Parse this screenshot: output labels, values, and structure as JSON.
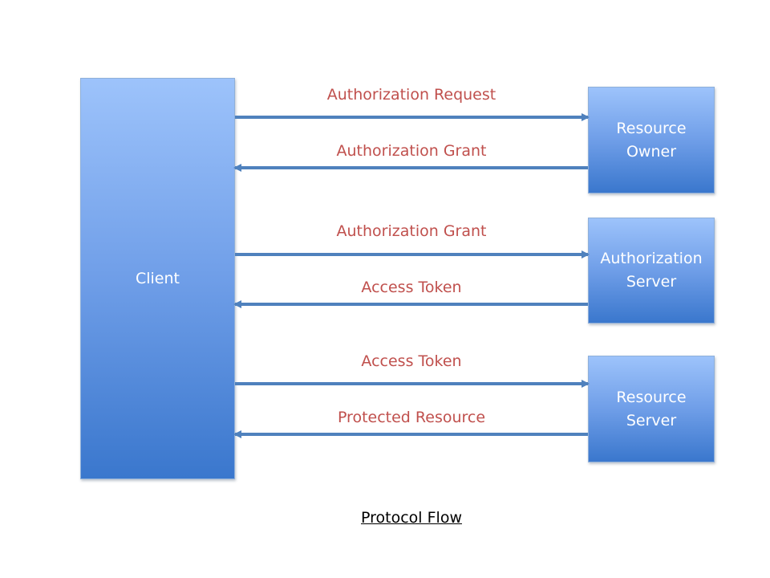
{
  "nodes": {
    "client": "Client",
    "resource_owner": "Resource\nOwner",
    "authorization_server": "Authorization\nServer",
    "resource_server": "Resource\nServer"
  },
  "flows": [
    {
      "label": "Authorization Request",
      "from": "Client",
      "to": "Resource Owner"
    },
    {
      "label": "Authorization Grant",
      "from": "Resource Owner",
      "to": "Client"
    },
    {
      "label": "Authorization Grant",
      "from": "Client",
      "to": "Authorization Server"
    },
    {
      "label": "Access Token",
      "from": "Authorization Server",
      "to": "Client"
    },
    {
      "label": "Access Token",
      "from": "Client",
      "to": "Resource Server"
    },
    {
      "label": "Protected Resource",
      "from": "Resource Server",
      "to": "Client"
    }
  ],
  "caption": "Protocol Flow",
  "colors": {
    "box_top": "#9dc3fb",
    "box_bottom": "#3a77cd",
    "box_text": "#ffffff",
    "arrow": "#4f81bd",
    "flow_label": "#c0504d",
    "caption": "#000000"
  }
}
